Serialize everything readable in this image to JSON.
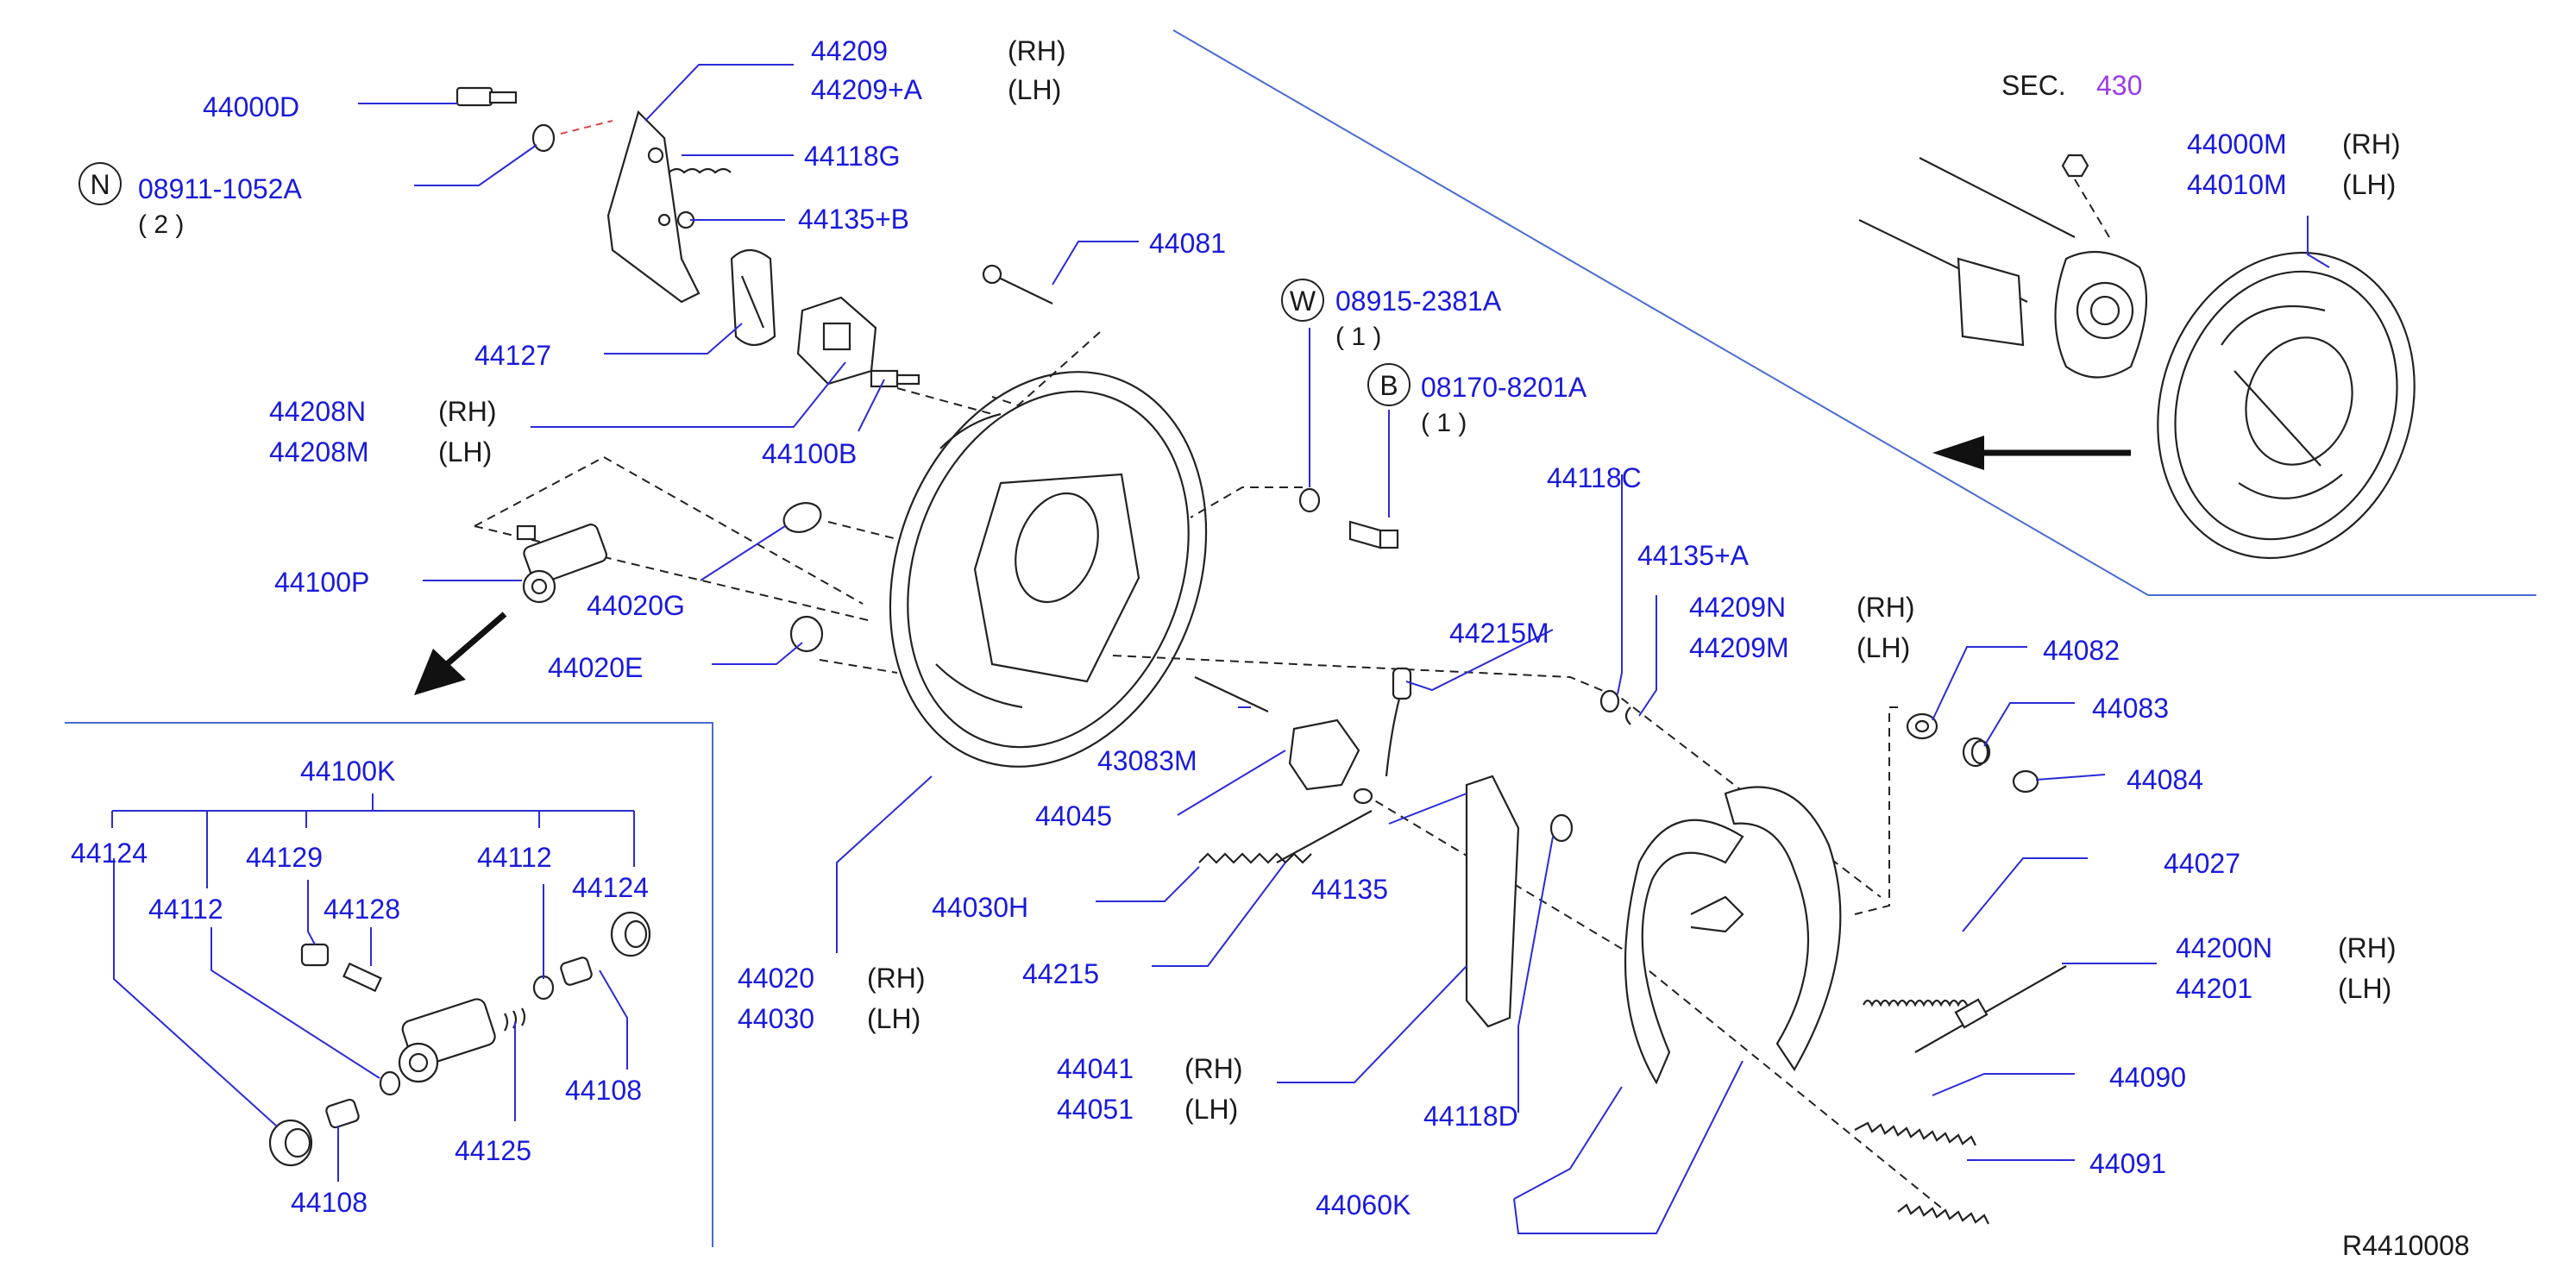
{
  "title": "",
  "figure_code": "R4410008",
  "section_ref": {
    "prefix": "SEC.",
    "number": "430"
  },
  "colors": {
    "part_number": "#1a1adc",
    "section_number": "#9b3ce8",
    "line": "#222222",
    "leader": "#2b2bd8"
  },
  "callouts": {
    "c44000D": "44000D",
    "c08911": "08911-1052A",
    "c08911_qty": "( 2 )",
    "c08911_mark": "N",
    "c44209": "44209",
    "c44209_side": "(RH)",
    "c44209A": "44209+A",
    "c44209A_side": "(LH)",
    "c44118G": "44118G",
    "c44135B": "44135+B",
    "c44081": "44081",
    "c44127": "44127",
    "c44208N": "44208N",
    "c44208N_side": "(RH)",
    "c44208M": "44208M",
    "c44208M_side": "(LH)",
    "c44100B": "44100B",
    "c08915": "08915-2381A",
    "c08915_qty": "( 1 )",
    "c08915_mark": "W",
    "c08170": "08170-8201A",
    "c08170_qty": "( 1 )",
    "c08170_mark": "B",
    "c44100P": "44100P",
    "c44020G": "44020G",
    "c44020E": "44020E",
    "c44118C": "44118C",
    "c44135A": "44135+A",
    "c44209N": "44209N",
    "c44209N_side": "(RH)",
    "c44209M": "44209M",
    "c44209M_side": "(LH)",
    "c44215M": "44215M",
    "c43083M": "43083M",
    "c44045": "44045",
    "c44030H": "44030H",
    "c44135": "44135",
    "c44215": "44215",
    "c44020": "44020",
    "c44020_side": "(RH)",
    "c44030": "44030",
    "c44030_side": "(LH)",
    "c44041": "44041",
    "c44041_side": "(RH)",
    "c44051": "44051",
    "c44051_side": "(LH)",
    "c44118D": "44118D",
    "c44060K": "44060K",
    "c44082": "44082",
    "c44083": "44083",
    "c44084": "44084",
    "c44027": "44027",
    "c44200N": "44200N",
    "c44200N_side": "(RH)",
    "c44201": "44201",
    "c44201_side": "(LH)",
    "c44090": "44090",
    "c44091": "44091",
    "c44000M": "44000M",
    "c44000M_side": "(RH)",
    "c44010M": "44010M",
    "c44010M_side": "(LH)"
  },
  "inset": {
    "c44100K": "44100K",
    "c44124a": "44124",
    "c44129": "44129",
    "c44112a": "44112",
    "c44128": "44128",
    "c44112b": "44112",
    "c44124b": "44124",
    "c44108a": "44108",
    "c44125": "44125",
    "c44108b": "44108"
  }
}
